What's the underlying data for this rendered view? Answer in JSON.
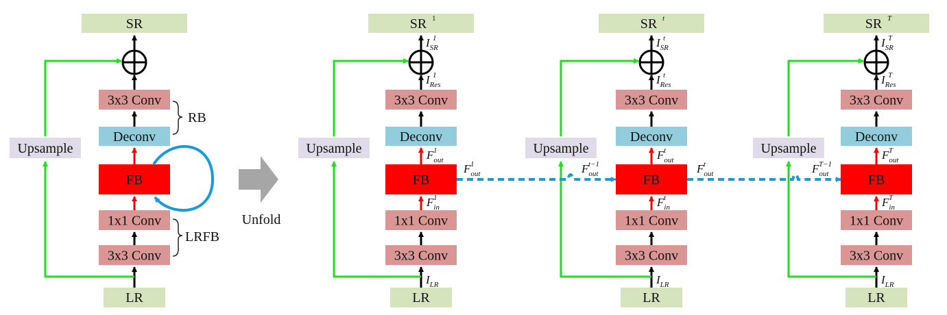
{
  "colors": {
    "io_box": "#d6e4bd",
    "conv_box": "#d99694",
    "deconv_box": "#93cddd",
    "fb_box": "#ff0000",
    "upsample_box": "#e0dbe8",
    "skip_line": "#22dd22",
    "feedback_loop": "#1a9ad6",
    "red_arrow": "#ff0000",
    "black_arrow": "#000000",
    "unfold_arrow": "#a6a6a6"
  },
  "left": {
    "sr": "SR",
    "lr": "LR",
    "conv3_top": "3x3 Conv",
    "deconv": "Deconv",
    "fb": "FB",
    "conv1": "1x1 Conv",
    "conv3_bottom": "3x3 Conv",
    "upsample": "Upsample",
    "rb_label": "RB",
    "lrfb_label": "LRFB"
  },
  "unfold_label": "Unfold",
  "columns": [
    {
      "sr": "SR",
      "sr_sup": "1",
      "lr": "LR",
      "conv3_top": "3x3 Conv",
      "deconv": "Deconv",
      "fb": "FB",
      "conv1": "1x1 Conv",
      "conv3_bottom": "3x3 Conv",
      "upsample": "Upsample",
      "isr_sup": "1",
      "ires_sup": "1",
      "fout_sup": "1",
      "fin_sup": "1",
      "fout_right_sup": "1",
      "fout_left_sup": ""
    },
    {
      "sr": "SR",
      "sr_sup": "t",
      "lr": "LR",
      "conv3_top": "3x3 Conv",
      "deconv": "Deconv",
      "fb": "FB",
      "conv1": "1x1 Conv",
      "conv3_bottom": "3x3 Conv",
      "upsample": "Upsample",
      "isr_sup": "t",
      "ires_sup": "t",
      "fout_sup": "t",
      "fin_sup": "t",
      "fout_right_sup": "t",
      "fout_left_sup": "t−1"
    },
    {
      "sr": "SR",
      "sr_sup": "T",
      "lr": "LR",
      "conv3_top": "3x3 Conv",
      "deconv": "Deconv",
      "fb": "FB",
      "conv1": "1x1 Conv",
      "conv3_bottom": "3x3 Conv",
      "upsample": "Upsample",
      "isr_sup": "T",
      "ires_sup": "T",
      "fout_sup": "T",
      "fin_sup": "T",
      "fout_right_sup": "",
      "fout_left_sup": "T−1"
    }
  ],
  "symbols": {
    "I": "I",
    "F": "F",
    "sub_sr": "SR",
    "sub_res": "Res",
    "sub_out": "out",
    "sub_in": "in",
    "sub_lr": "LR"
  }
}
